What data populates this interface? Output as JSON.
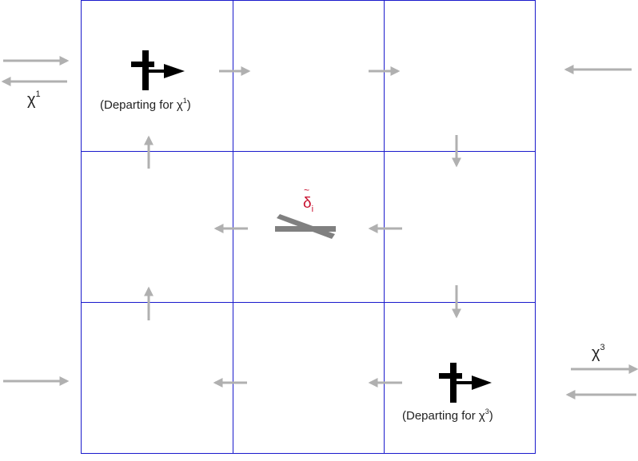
{
  "colors": {
    "grid_line": "#1a1acc",
    "arrow_gray": "#b0b0b0",
    "aircraft": "#000000",
    "runway_marker": "#808080",
    "delta_label": "#c8102e"
  },
  "grid": {
    "rows": 3,
    "cols": 3
  },
  "entries": {
    "top_left": {
      "symbol": "χ",
      "superscript": "1"
    },
    "bottom_right": {
      "symbol": "χ",
      "superscript": "3"
    }
  },
  "aircraft": [
    {
      "name": "aircraft-1",
      "label_prefix": "(Departing for ",
      "label_symbol": "χ",
      "label_superscript": "1",
      "label_suffix": ")"
    },
    {
      "name": "aircraft-3",
      "label_prefix": "(Departing for ",
      "label_symbol": "χ",
      "label_superscript": "3",
      "label_suffix": ")"
    }
  ],
  "center_marker": {
    "symbol": "δ",
    "subscript": "i",
    "accent": "~"
  },
  "icons": [
    "aircraft-icon",
    "arrow-icon",
    "runway-crossing-icon"
  ]
}
